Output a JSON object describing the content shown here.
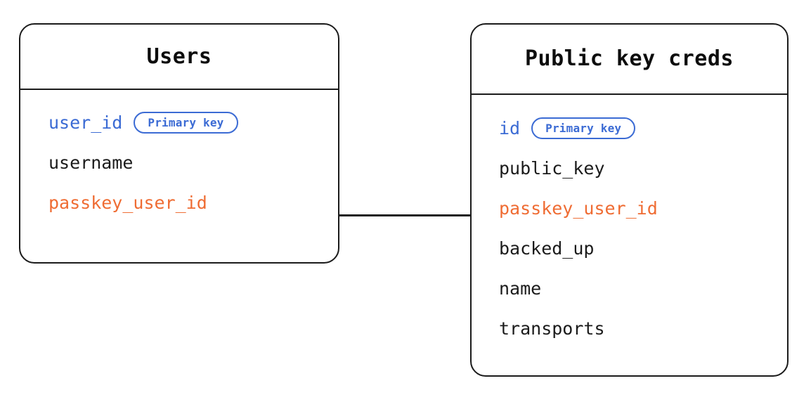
{
  "diagram": {
    "type": "entity-relationship-diagram",
    "background_color": "#ffffff",
    "colors": {
      "border": "#1b1b1b",
      "text": "#1b1b1b",
      "primary_key": "#3b6bd4",
      "foreign_key": "#ef6c33",
      "badge_border": "#3b6bd4"
    },
    "entities": [
      {
        "id": "users",
        "title": "Users",
        "fields": [
          {
            "name": "user_id",
            "role": "pk",
            "badge": "Primary key"
          },
          {
            "name": "username",
            "role": "plain",
            "badge": null
          },
          {
            "name": "passkey_user_id",
            "role": "fk",
            "badge": null
          }
        ]
      },
      {
        "id": "pkcreds",
        "title": "Public key creds",
        "fields": [
          {
            "name": "id",
            "role": "pk",
            "badge": "Primary key"
          },
          {
            "name": "public_key",
            "role": "plain",
            "badge": null
          },
          {
            "name": "passkey_user_id",
            "role": "fk",
            "badge": null
          },
          {
            "name": "backed_up",
            "role": "plain",
            "badge": null
          },
          {
            "name": "name",
            "role": "plain",
            "badge": null
          },
          {
            "name": "transports",
            "role": "plain",
            "badge": null
          }
        ]
      }
    ],
    "relationships": [
      {
        "id": "users-pkcreds",
        "from": "users",
        "from_field": "passkey_user_id",
        "to": "pkcreds",
        "to_field": "passkey_user_id"
      }
    ]
  }
}
